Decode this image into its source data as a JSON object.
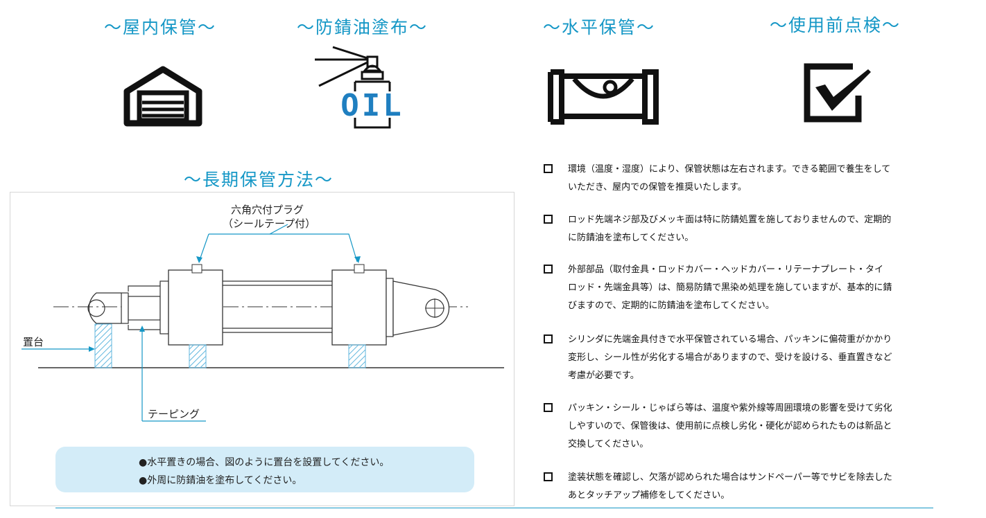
{
  "headings": {
    "indoor": "～屋内保管～",
    "antirust": "～防錆油塗布～",
    "horizontal": "～水平保管～",
    "inspection": "～使用前点検～",
    "longterm": "～長期保管方法～"
  },
  "icons": {
    "indoor": "garage-icon",
    "antirust": "oil-spray-icon",
    "horizontal": "level-icon",
    "inspection": "checkbox-icon"
  },
  "oil_text": "OIL",
  "diagram": {
    "plug_label_1": "六角穴付プラグ",
    "plug_label_2": "（シールテープ付）",
    "stand_label": "置台",
    "taping_label": "テーピング"
  },
  "notes": [
    "●水平置きの場合、図のように置台を設置してください。",
    "●外周に防錆油を塗布してください。"
  ],
  "items": [
    {
      "lines": [
        "環境（温度・湿度）により、保管状態は左右されます。できる範囲で養生をして",
        "いただき、屋内での保管を推奨いたします。"
      ]
    },
    {
      "lines": [
        "ロッド先端ネジ部及びメッキ面は特に防錆処置を施しておりませんので、定期的",
        "に防錆油を塗布してください。"
      ]
    },
    {
      "lines": [
        "外部部品（取付金具・ロッドカバー・ヘッドカバー・リテーナプレート・タイ",
        "ロッド・先端金具等）は、簡易防錆で黒染め処理を施していますが、基本的に錆",
        "びますので、定期的に防錆油を塗布してください。"
      ]
    },
    {
      "lines": [
        "シリンダに先端金具付きで水平保管されている場合、パッキンに偏荷重がかかり",
        "変形し、シール性が劣化する場合がありますので、受けを設ける、垂直置きなど",
        "考慮が必要です。"
      ]
    },
    {
      "lines": [
        "パッキン・シール・じゃばら等は、温度や紫外線等周囲環境の影響を受けて劣化",
        "しやすいので、保管後は、使用前に点検し劣化・硬化が認められたものは新品と",
        "交換してください。"
      ]
    },
    {
      "lines": [
        "塗装状態を確認し、欠落が認められた場合はサンドペーパー等でサビを除去した",
        "あとタッチアップ補修をしてください。"
      ]
    }
  ],
  "colors": {
    "accent": "#1597c6",
    "note_bg": "#d3ecf8",
    "oil": "#1f7fc0"
  }
}
